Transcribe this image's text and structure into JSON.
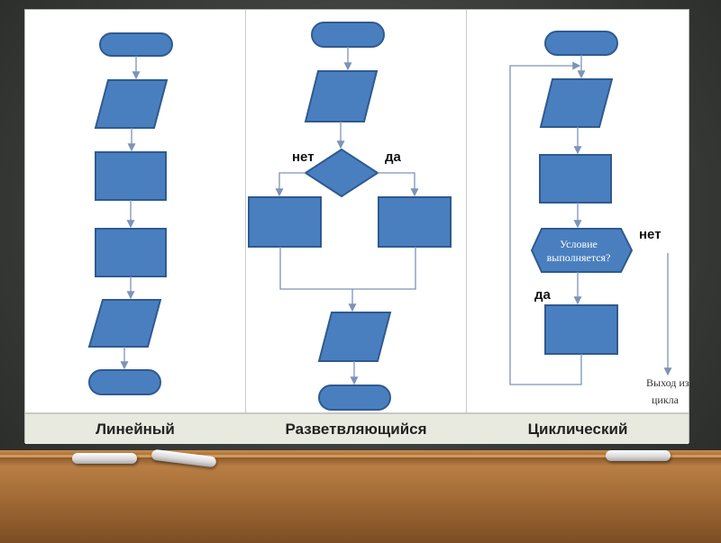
{
  "columns": [
    {
      "title": "Линейный"
    },
    {
      "title": "Разветвляющийся"
    },
    {
      "title": "Циклический"
    }
  ],
  "branching": {
    "no_label": "нет",
    "yes_label": "да"
  },
  "cycle": {
    "condition_line1": "Условие",
    "condition_line2": "выполняется?",
    "no_label": "нет",
    "yes_label": "да",
    "exit_line1": "Выход из",
    "exit_line2": "цикла"
  },
  "colors": {
    "shape_fill": "#4a7fbf",
    "shape_stroke": "#2f5a8f",
    "connector": "#7d93b7"
  }
}
